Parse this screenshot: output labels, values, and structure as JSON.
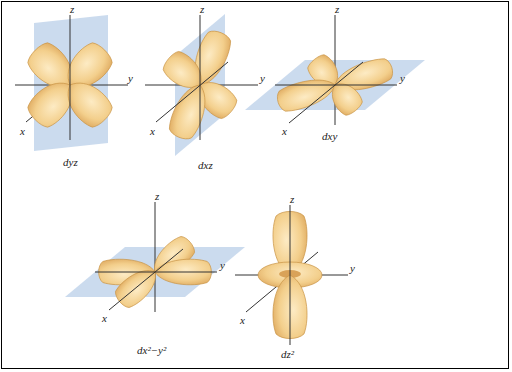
{
  "diagram": {
    "labels": [
      "z",
      "y",
      "x",
      "dyz",
      "z",
      "y",
      "x",
      "dxz",
      "z",
      "y",
      "x",
      "dxy",
      "z",
      "y",
      "x",
      "dx²−y²",
      "z",
      "y",
      "x",
      "dz²"
    ]
  }
}
